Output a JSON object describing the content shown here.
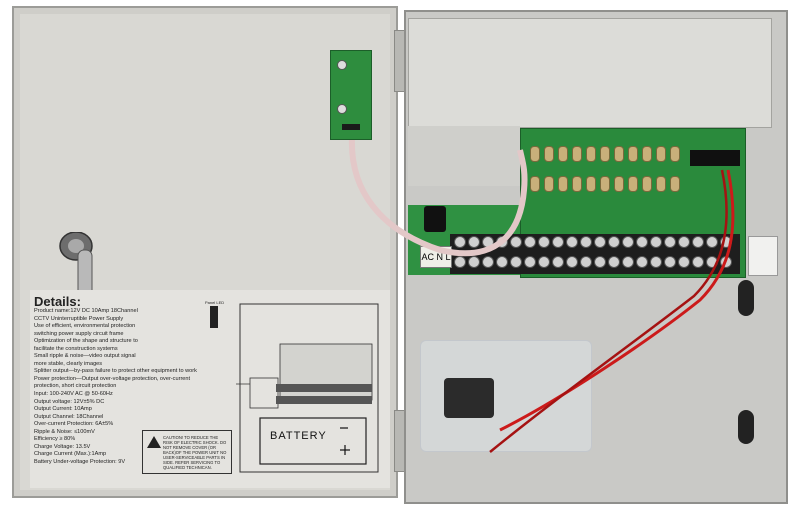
{
  "photo": {
    "subject": "CCTV power supply enclosure, open",
    "colors": {
      "door": "#d9d8d3",
      "box": "#c9c9c6",
      "pcb": "#2a8a3c",
      "wire_red": "#cc1a1a"
    }
  },
  "label": {
    "title": "Details:",
    "lines": [
      "Product name:12V DC 10Amp 18Channel",
      "CCTV Uninterruptible Power Supply",
      "Use of efficient, environmental protection",
      "switching power supply circuit frame",
      "Optimization of the shape and structure to",
      "facilitate the construction systems",
      "Small ripple & noise—video output signal",
      " more stable, clearly images",
      "Splitter output—by-pass failure to protect other equipment to work",
      "Power protection—Output over-voltage protection, over-current",
      "protection, short circuit protection",
      "Input: 100-240V AC @ 50-60Hz",
      "Output voltage: 12V±5% DC",
      "Output Current: 10Amp",
      "Output Channel: 18Channel",
      "Over-current Protection: 6A±5%",
      "Ripple & Noise: ≤100mV",
      "Efficiency ≥ 80%",
      "Charge Voltage: 13.5V",
      "Charge Current (Max.):1Amp",
      "Battery Under-voltage Protection: 9V"
    ],
    "warning": "CAUTION! TO REDUCE THE RISK OF ELECTRIC SHOCK. DO NOT REMOVE COVER (OR BACK)OF THE POWER UNIT NO USER-SERVICEABLE PARTS IN SIDE. REFER SERVICING TO QUALIFIED TECHNICAN.",
    "battery": "BATTERY",
    "panel_led": "Panel LED"
  },
  "pcb": {
    "ac_label": "AC N L"
  }
}
